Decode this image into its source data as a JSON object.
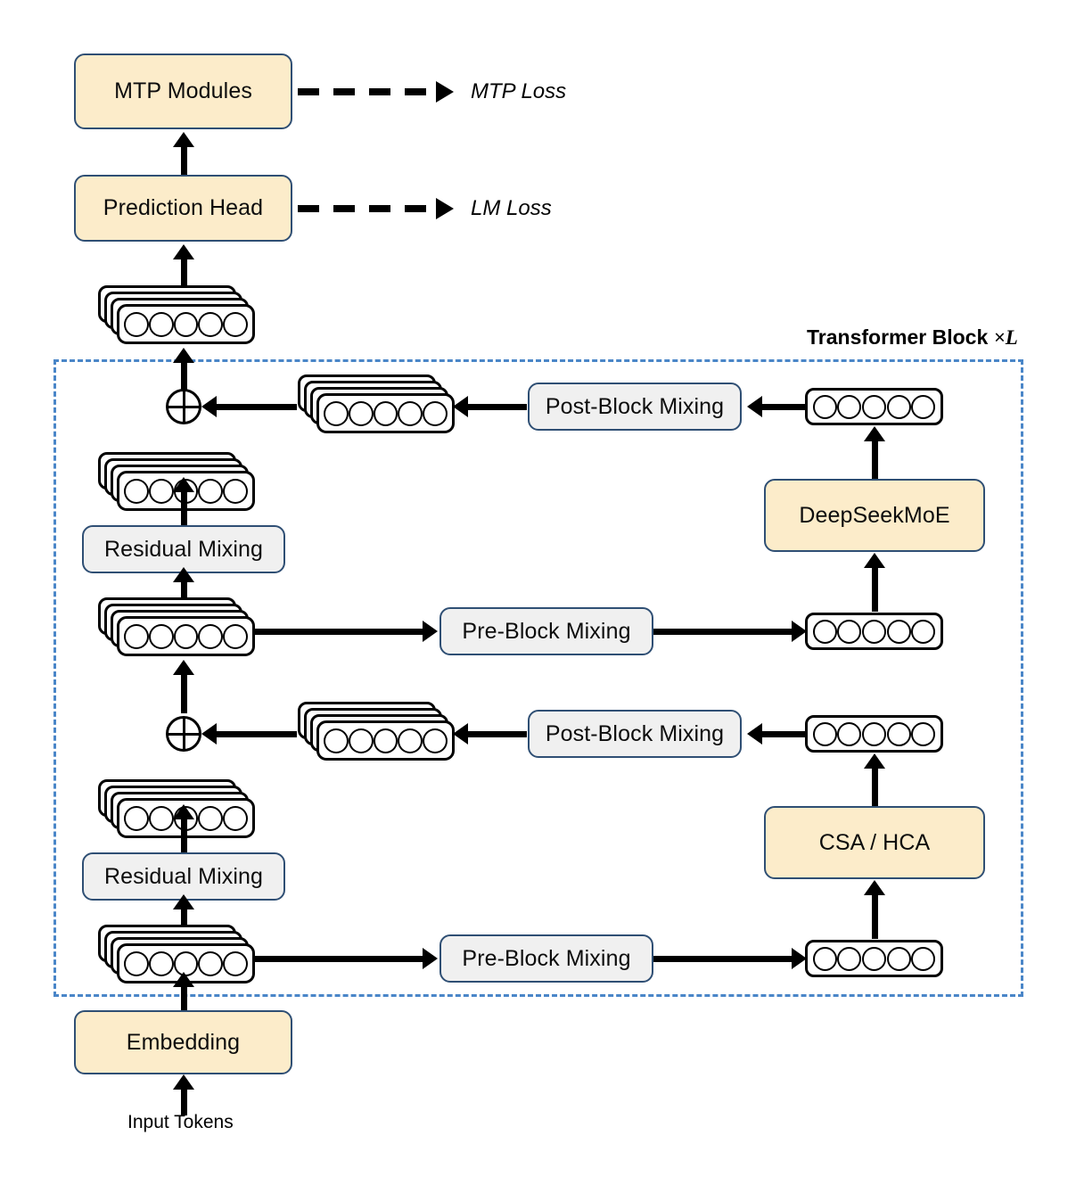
{
  "diagram": {
    "title": "Transformer architecture with pre/post block mixing",
    "region": {
      "label_prefix": "Transformer Block ",
      "label_multiplier": "×L",
      "border_color": "#4a86c8",
      "style": "dashed"
    },
    "colors": {
      "module_fill": "#fcecca",
      "mixing_fill": "#f0f0f0",
      "box_border": "#2f4f74",
      "token_stroke": "#000000",
      "region_border": "#4a86c8"
    },
    "boxes": {
      "mtp_modules": "MTP Modules",
      "prediction_head": "Prediction Head",
      "residual_mixing_upper": "Residual Mixing",
      "residual_mixing_lower": "Residual Mixing",
      "post_block_mixing_upper": "Post-Block Mixing",
      "post_block_mixing_lower": "Post-Block Mixing",
      "pre_block_mixing_upper": "Pre-Block Mixing",
      "pre_block_mixing_lower": "Pre-Block Mixing",
      "deepseek_moe": "DeepSeekMoE",
      "csa_hca": "CSA / HCA",
      "embedding": "Embedding"
    },
    "labels": {
      "mtp_loss": "MTP Loss",
      "lm_loss": "LM Loss",
      "input_tokens": "Input Tokens"
    },
    "tokens": {
      "dots_per_row": 5,
      "stack_layers": 4,
      "single_layers": 1
    }
  }
}
